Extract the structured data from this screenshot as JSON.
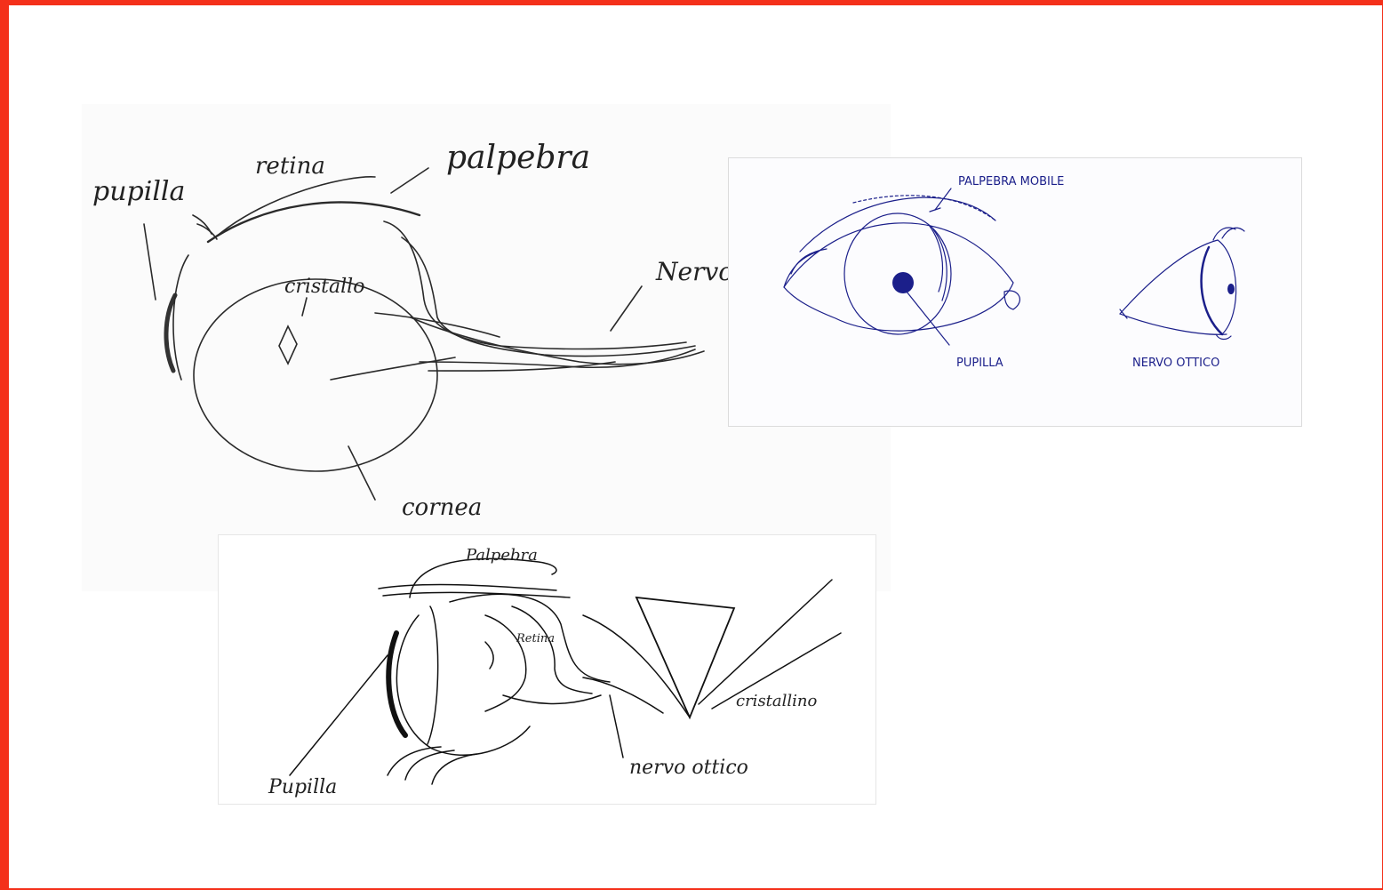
{
  "colors": {
    "frame_border": "#f4301a",
    "pencil": "#2a2a2a",
    "blue_ink": "#1b1f8a"
  },
  "sketch_a": {
    "labels": {
      "pupilla": "pupilla",
      "retina": "retina",
      "palpebra": "palpebra",
      "cristallo": "cristallo",
      "nervo": "Nervo",
      "cornea": "cornea"
    }
  },
  "sketch_b": {
    "labels": {
      "palpebra": "Palpebra",
      "retina": "Retina",
      "cristallino": "cristallino",
      "nervo_ottico": "nervo ottico",
      "pupilla": "Pupilla"
    }
  },
  "sketch_c": {
    "labels": {
      "palpebra_mobile": "PALPEBRA MOBILE",
      "pupilla": "PUPILLA",
      "nervo_ottico": "NERVO OTTICO"
    }
  }
}
